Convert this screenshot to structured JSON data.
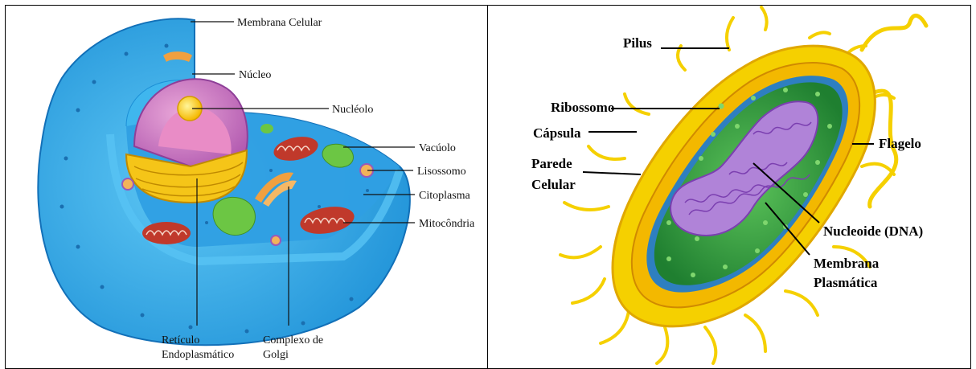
{
  "animal_cell": {
    "labels": {
      "membrana_celular": "Membrana Celular",
      "nucleo": "Núcleo",
      "nucleolo": "Nucléolo",
      "vacuolo": "Vacúolo",
      "lisossomo": "Lisossomo",
      "citoplasma": "Citoplasma",
      "mitocondria": "Mitocôndria",
      "reticulo_line1": "Retículo",
      "reticulo_line2": "Endoplasmático",
      "golgi_line1": "Complexo de",
      "golgi_line2": "Golgi"
    }
  },
  "bacterial_cell": {
    "labels": {
      "pilus": "Pilus",
      "ribossomo": "Ribossomo",
      "capsula": "Cápsula",
      "parede_line1": "Parede",
      "parede_line2": "Celular",
      "flagelo": "Flagelo",
      "nucleoide": "Nucleoide (DNA)",
      "membrana_line1": "Membrana",
      "membrana_line2": "Plasmática"
    }
  },
  "colors": {
    "cell_blue": "#2aa7e6",
    "cell_dark_blue": "#1477c2",
    "nucleus_purple": "#9b59b6",
    "golgi_orange": "#f0a040",
    "mito_red": "#c0392b",
    "vacuole_green": "#6cc644",
    "capsule_yellow": "#f5d000",
    "cytoplasm_green": "#2e9e3a",
    "dna_purple": "#9d5fc2"
  }
}
